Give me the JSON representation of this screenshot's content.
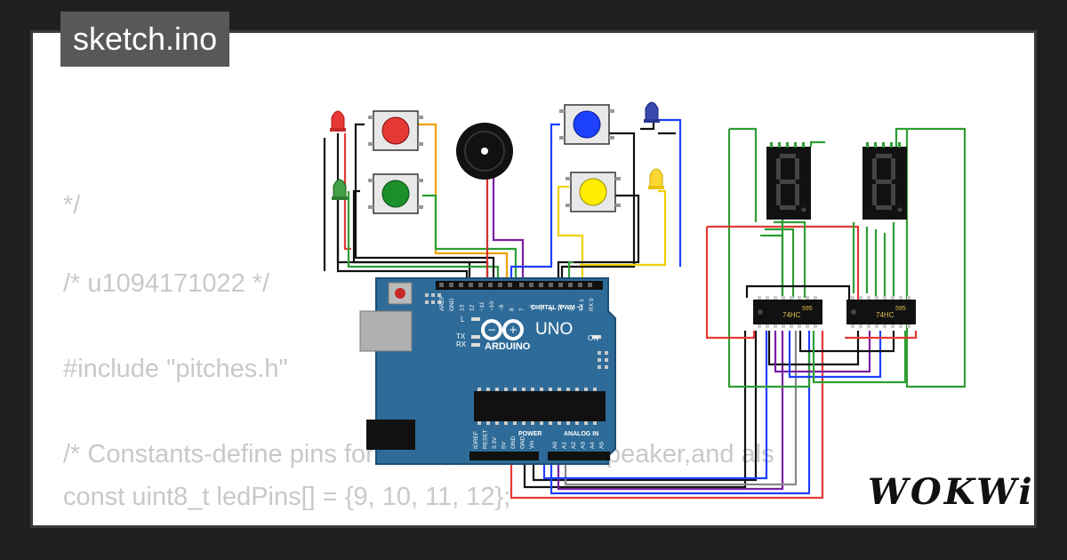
{
  "window": {
    "title": "sketch.ino"
  },
  "code_lines": [
    "*/",
    "/* u1094171022 */",
    "#include \"pitches.h\"",
    "/* Constants-define pins for LEDs,buttons and speaker,and als",
    "const uint8_t ledPins[] = {9, 10, 11, 12};"
  ],
  "board": {
    "brand": "ARDUINO",
    "model": "UNO",
    "on_label": "ON",
    "digital_label": "DIGITAL (PWM ~)",
    "power_label": "POWER",
    "analog_label": "ANALOG IN",
    "l_label": "L",
    "tx_label": "TX",
    "rx_label": "RX",
    "top_pins": [
      "AREF",
      "GND",
      "13",
      "12",
      "~11",
      "~10",
      "~9",
      "8",
      "7",
      "~6",
      "~5",
      "4",
      "~3",
      "2",
      "TX 1",
      "RX 0"
    ],
    "power_pins": [
      "IOREF",
      "RESET",
      "3.3V",
      "5V",
      "GND",
      "GND",
      "Vin"
    ],
    "analog_pins": [
      "A0",
      "A1",
      "A2",
      "A3",
      "A4",
      "A5"
    ]
  },
  "shift_registers": [
    {
      "label": "74HC",
      "code": "595"
    },
    {
      "label": "74HC",
      "code": "595"
    }
  ],
  "components": {
    "leds": [
      {
        "color": "#e53935"
      },
      {
        "color": "#43a047"
      },
      {
        "color": "#3949ab"
      },
      {
        "color": "#fdd835"
      }
    ],
    "buttons": [
      {
        "color": "#e53935"
      },
      {
        "color": "#1b8f2a"
      },
      {
        "color": "#1e40ff"
      },
      {
        "color": "#ffee00"
      }
    ]
  },
  "logo": {
    "text": "WOKWi"
  }
}
